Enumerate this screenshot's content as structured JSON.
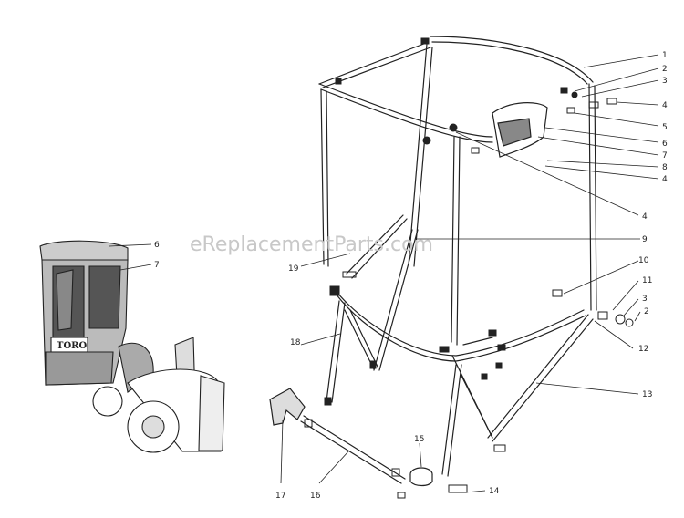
{
  "watermark": "eReplacementParts.com",
  "brand_label": "TORO",
  "callouts": [
    {
      "id": "c1",
      "text": "1"
    },
    {
      "id": "c2a",
      "text": "2"
    },
    {
      "id": "c3a",
      "text": "3"
    },
    {
      "id": "c4a",
      "text": "4"
    },
    {
      "id": "c5",
      "text": "5"
    },
    {
      "id": "c6a",
      "text": "6"
    },
    {
      "id": "c7a",
      "text": "7"
    },
    {
      "id": "c8",
      "text": "8"
    },
    {
      "id": "c4b",
      "text": "4"
    },
    {
      "id": "c4c",
      "text": "4"
    },
    {
      "id": "c9",
      "text": "9"
    },
    {
      "id": "c10",
      "text": "10"
    },
    {
      "id": "c11",
      "text": "11"
    },
    {
      "id": "c3b",
      "text": "3"
    },
    {
      "id": "c2b",
      "text": "2"
    },
    {
      "id": "c12",
      "text": "12"
    },
    {
      "id": "c13",
      "text": "13"
    },
    {
      "id": "c14",
      "text": "14"
    },
    {
      "id": "c15",
      "text": "15"
    },
    {
      "id": "c16",
      "text": "16"
    },
    {
      "id": "c17",
      "text": "17"
    },
    {
      "id": "c18",
      "text": "18"
    },
    {
      "id": "c19",
      "text": "19"
    },
    {
      "id": "c6b",
      "text": "6"
    },
    {
      "id": "c7b",
      "text": "7"
    }
  ]
}
